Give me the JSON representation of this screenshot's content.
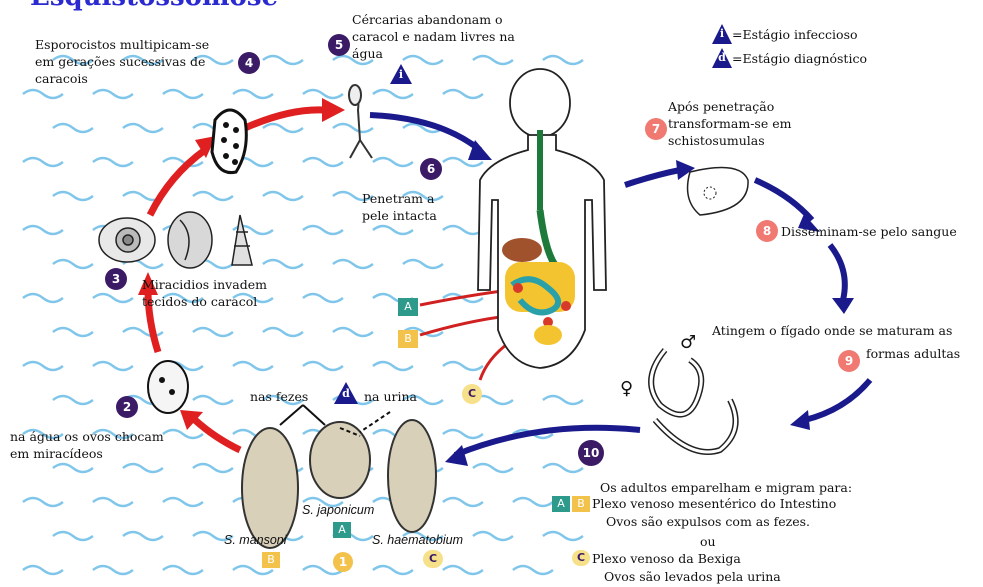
{
  "title": "Esquistossomose",
  "legend": {
    "infective": "=Estágio infeccioso",
    "diagnostic": "=Estágio diagnóstico",
    "i_symbol": "i",
    "d_symbol": "d"
  },
  "steps": {
    "s1": {
      "num": "1"
    },
    "s2": {
      "num": "2",
      "lines": [
        "na água os ovos chocam",
        "em miracídeos"
      ]
    },
    "s3": {
      "num": "3",
      "lines": [
        "Miracidios invadem",
        "tecidos do caracol"
      ]
    },
    "s4": {
      "num": "4",
      "lines": [
        "Esporocistos multipicam-se",
        "em gerações sucessivas de",
        "caracois"
      ]
    },
    "s5": {
      "num": "5",
      "lines": [
        "Cércarias abandonam o",
        "caracol e nadam livres na",
        "água"
      ]
    },
    "s6": {
      "num": "6",
      "lines": [
        "Penetram a",
        "pele intacta"
      ]
    },
    "s7": {
      "num": "7",
      "lines": [
        "Após penetração",
        "transformam-se em",
        "schistosumulas"
      ]
    },
    "s8": {
      "num": "8",
      "lines": [
        "Disseminam-se pelo sangue"
      ]
    },
    "s9": {
      "num": "9",
      "lines": [
        "Atingem o fígado onde se maturam as",
        "formas adultas"
      ]
    },
    "s10": {
      "num": "10",
      "lines": [
        "Os adultos emparelham e migram para:",
        "Plexo venoso mesentérico do Intestino",
        "Ovos são expulsos com as fezes.",
        "ou",
        "Plexo venoso da Bexiga",
        "Ovos são levados pela urina"
      ]
    }
  },
  "eggs": {
    "feces": "nas fezes",
    "urine": "na urina",
    "mansoni": "S. mansoni",
    "japonicum": "S. japonicum",
    "haematobium": "S. haematobium"
  },
  "badges": {
    "A": "A",
    "B": "B",
    "C": "C"
  },
  "sex": {
    "male": "♂",
    "female": "♀"
  },
  "colors": {
    "purple": "#3b1a66",
    "red": "#f07a72",
    "arrow_red": "#e02020",
    "arrow_blue": "#1a1a8c",
    "water": "#6bbde8"
  }
}
